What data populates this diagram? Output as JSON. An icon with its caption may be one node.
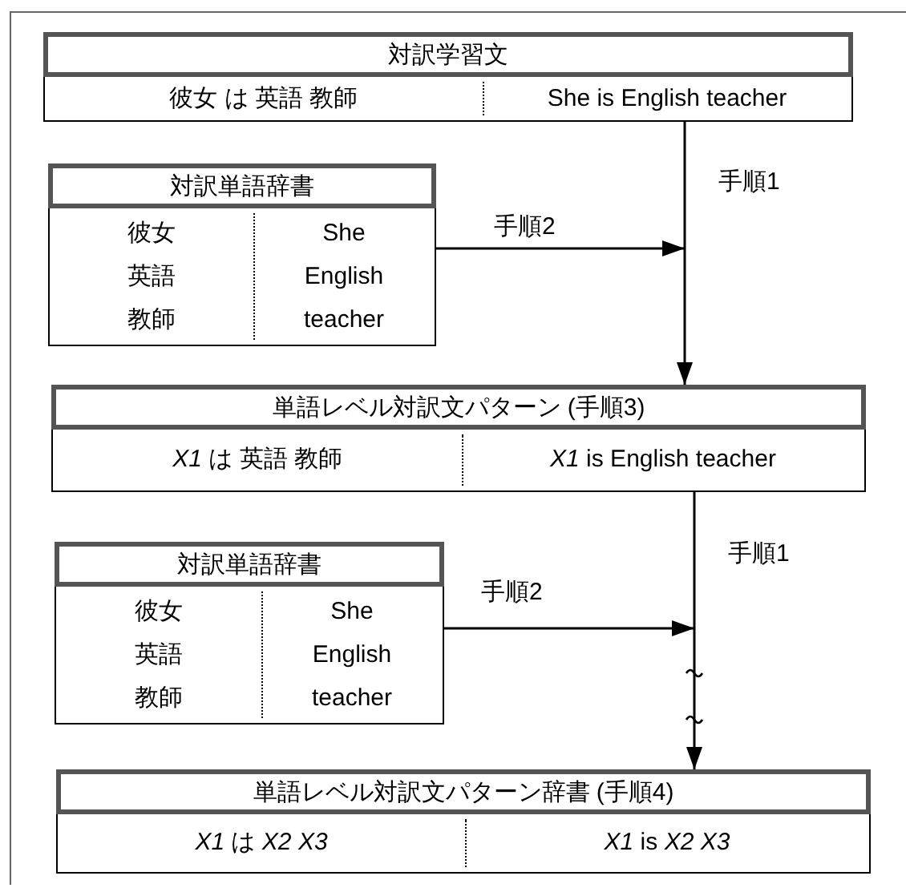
{
  "diagram": {
    "nodes": [
      {
        "text": [
          "対訳学習文",
          "彼女 は 英語 教師",
          "She is English teacher"
        ]
      },
      {
        "text": [
          "対訳単語辞書",
          "彼女",
          "She",
          "英語",
          "English",
          "教師",
          "teacher"
        ]
      },
      {
        "text": [
          "単語レベル対訳文パターン (手順3)",
          "*X1* は 英語 教師",
          "*X1* is English teacher"
        ]
      },
      {
        "text": [
          "対訳単語辞書",
          "彼女",
          "She",
          "英語",
          "English",
          "教師",
          "teacher"
        ]
      },
      {
        "text": [
          "単語レベル対訳文パターン辞書 (手順4)",
          "*X1* は *X2* *X3*",
          "*X1* is *X2* *X3*"
        ]
      }
    ],
    "edges": [
      {
        "from": 0,
        "to": 2,
        "arrow": "to",
        "label": "手順1"
      },
      {
        "from": 1,
        "to": null,
        "arrow": "to",
        "label": "手順2"
      },
      {
        "from": 2,
        "to": 4,
        "arrow": "to",
        "label": "手順1"
      },
      {
        "from": 3,
        "to": null,
        "arrow": "to",
        "label": "手順2"
      }
    ]
  }
}
